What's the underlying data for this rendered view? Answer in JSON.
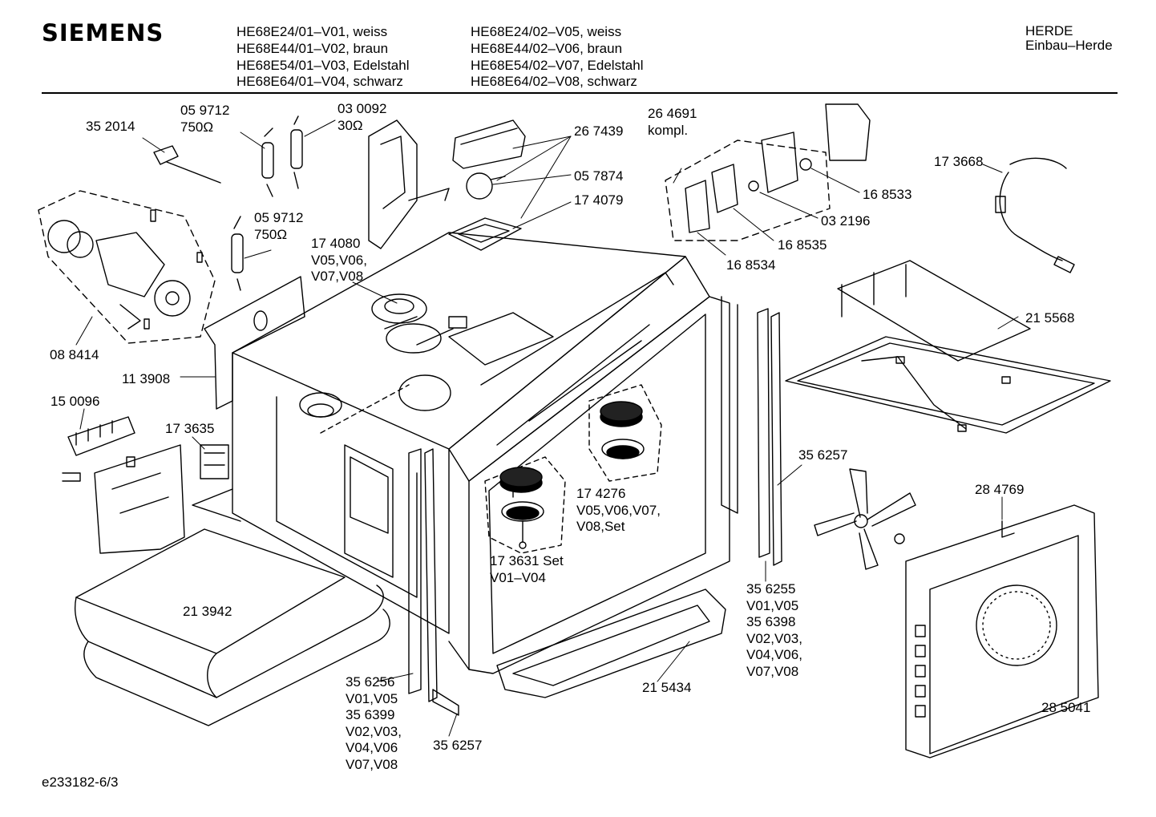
{
  "header": {
    "brand": "SIEMENS",
    "models_col1": [
      "HE68E24/01–V01, weiss",
      "HE68E44/01–V02, braun",
      "HE68E54/01–V03, Edelstahl",
      "HE68E64/01–V04, schwarz"
    ],
    "models_col2": [
      "HE68E24/02–V05, weiss",
      "HE68E44/02–V06, braun",
      "HE68E54/02–V07, Edelstahl",
      "HE68E64/02–V08, schwarz"
    ],
    "category_line1": "HERDE",
    "category_line2": "Einbau–Herde"
  },
  "labels": [
    {
      "id": "p352014",
      "lines": [
        "35 2014"
      ]
    },
    {
      "id": "p059712a",
      "lines": [
        "05 9712",
        "750Ω"
      ]
    },
    {
      "id": "p030092",
      "lines": [
        "03 0092",
        "30Ω"
      ]
    },
    {
      "id": "p267439",
      "lines": [
        "26 7439"
      ]
    },
    {
      "id": "p057874",
      "lines": [
        "05 7874"
      ]
    },
    {
      "id": "p174079",
      "lines": [
        "17 4079"
      ]
    },
    {
      "id": "p264691",
      "lines": [
        "26 4691",
        "kompl."
      ]
    },
    {
      "id": "p168533",
      "lines": [
        "16 8533"
      ]
    },
    {
      "id": "p032196",
      "lines": [
        "03 2196"
      ]
    },
    {
      "id": "p168535",
      "lines": [
        "16 8535"
      ]
    },
    {
      "id": "p168534",
      "lines": [
        "16 8534"
      ]
    },
    {
      "id": "p173668",
      "lines": [
        "17 3668"
      ]
    },
    {
      "id": "p059712b",
      "lines": [
        "05 9712",
        "750Ω"
      ]
    },
    {
      "id": "p174080",
      "lines": [
        "17 4080",
        "V05,V06,",
        "V07,V08"
      ]
    },
    {
      "id": "p088414",
      "lines": [
        "08 8414"
      ]
    },
    {
      "id": "p113908",
      "lines": [
        "11 3908"
      ]
    },
    {
      "id": "p150096",
      "lines": [
        "15 0096"
      ]
    },
    {
      "id": "p173635",
      "lines": [
        "17 3635"
      ]
    },
    {
      "id": "p215568",
      "lines": [
        "21 5568"
      ]
    },
    {
      "id": "p356257r",
      "lines": [
        "35 6257"
      ]
    },
    {
      "id": "p284769",
      "lines": [
        "28 4769"
      ]
    },
    {
      "id": "p174276",
      "lines": [
        "17 4276",
        "V05,V06,V07,",
        "V08,Set"
      ]
    },
    {
      "id": "p173631",
      "lines": [
        "17 3631 Set",
        "V01–V04"
      ]
    },
    {
      "id": "p213942",
      "lines": [
        "21 3942"
      ]
    },
    {
      "id": "p356255",
      "lines": [
        "35 6255",
        "V01,V05",
        "35 6398",
        "V02,V03,",
        "V04,V06,",
        "V07,V08"
      ]
    },
    {
      "id": "p356256",
      "lines": [
        "35 6256",
        "V01,V05",
        "35 6399",
        "V02,V03,",
        "V04,V06",
        "V07,V08"
      ]
    },
    {
      "id": "p356257b",
      "lines": [
        "35 6257"
      ]
    },
    {
      "id": "p215434",
      "lines": [
        "21 5434"
      ]
    },
    {
      "id": "p285041",
      "lines": [
        "28 5041"
      ]
    }
  ],
  "footer": {
    "code": "e233182-6/3"
  }
}
